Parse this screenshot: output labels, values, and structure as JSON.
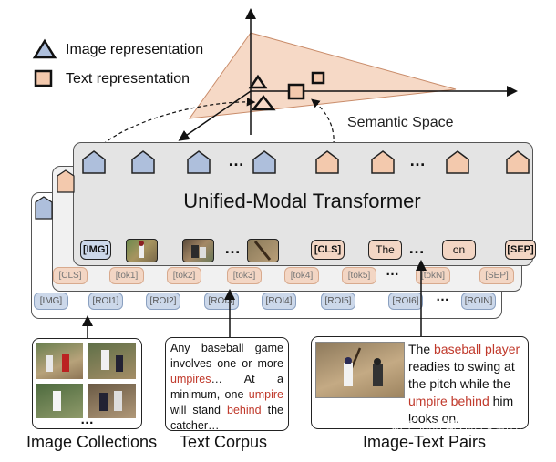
{
  "legend": {
    "image_repr": "Image representation",
    "text_repr": "Text representation"
  },
  "semantic_space_label": "Semantic Space",
  "transformer_title": "Unified-Modal Transformer",
  "top_row_tokens": {
    "img": "[IMG]",
    "cls": "[CLS]",
    "the": "The",
    "on": "on",
    "sep": "[SEP]"
  },
  "text_row_tokens": [
    "[CLS]",
    "[tok1]",
    "[tok2]",
    "[tok3]",
    "[tok4]",
    "[tok5]",
    "[tokN]",
    "[SEP]"
  ],
  "image_row_tokens": [
    "[IMG]",
    "[ROI1]",
    "[ROI2]",
    "[ROI3]",
    "[ROI4]",
    "[ROI5]",
    "[ROI6]",
    "[ROIN]"
  ],
  "ellipsis": "…",
  "corpus": {
    "p1": "Any baseball game involves one or more ",
    "p2": "umpires",
    "p3": "… At a minimum, one ",
    "p4": "umpire",
    "p5": " will stand ",
    "p6": "behind",
    "p7": " the catcher…"
  },
  "pairs": {
    "p1": "The ",
    "p2": "baseball player",
    "p3": " readies to swing at the pitch while the ",
    "p4": "umpire behind",
    "p5": " him looks on."
  },
  "labels": {
    "image_collections": "Image Collections",
    "text_corpus": "Text Corpus",
    "image_text_pairs": "Image-Text Pairs"
  },
  "watermark": "知乎 @胖墩儿的梁朝伟",
  "colors": {
    "image_blue": "#aebfdc",
    "text_peach": "#f3c9ad",
    "highlight_red": "#c0392b"
  }
}
